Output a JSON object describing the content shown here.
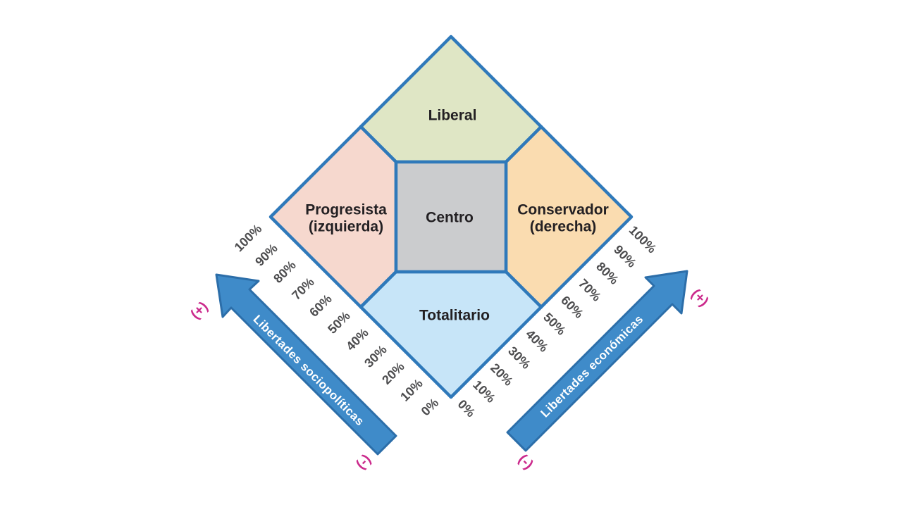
{
  "diagram": {
    "regions": [
      {
        "name": "liberal",
        "label": "Liberal",
        "color": "#dfe6c5"
      },
      {
        "name": "progresista",
        "label": "Progresista",
        "sublabel": "(izquierda)",
        "color": "#f6d8ce"
      },
      {
        "name": "conservador",
        "label": "Conservador",
        "sublabel": "(derecha)",
        "color": "#fadcb0"
      },
      {
        "name": "centro",
        "label": "Centro",
        "color": "#cbccce"
      },
      {
        "name": "totalitario",
        "label": "Totalitario",
        "color": "#c7e5f8"
      }
    ],
    "axes": {
      "left": {
        "label": "Libertades sociopolíticas",
        "plus": "(+)",
        "minus": "(-)",
        "ticks": [
          "0%",
          "10%",
          "20%",
          "30%",
          "40%",
          "50%",
          "60%",
          "70%",
          "80%",
          "90%",
          "100%"
        ]
      },
      "right": {
        "label": "Libertades económicas",
        "plus": "(+)",
        "minus": "(-)",
        "ticks": [
          "0%",
          "10%",
          "20%",
          "30%",
          "40%",
          "50%",
          "60%",
          "70%",
          "80%",
          "90%",
          "100%"
        ]
      }
    },
    "colors": {
      "background": "#ffffff",
      "outline": "#2f79ba",
      "arrow_fill": "#3f8bc9",
      "arrow_edge": "#2c6ea9",
      "axis_label_text": "#ffffff",
      "tick_text": "#4c4c4e",
      "region_label_text": "#232023",
      "plus_minus": "#cb2a8c"
    }
  }
}
